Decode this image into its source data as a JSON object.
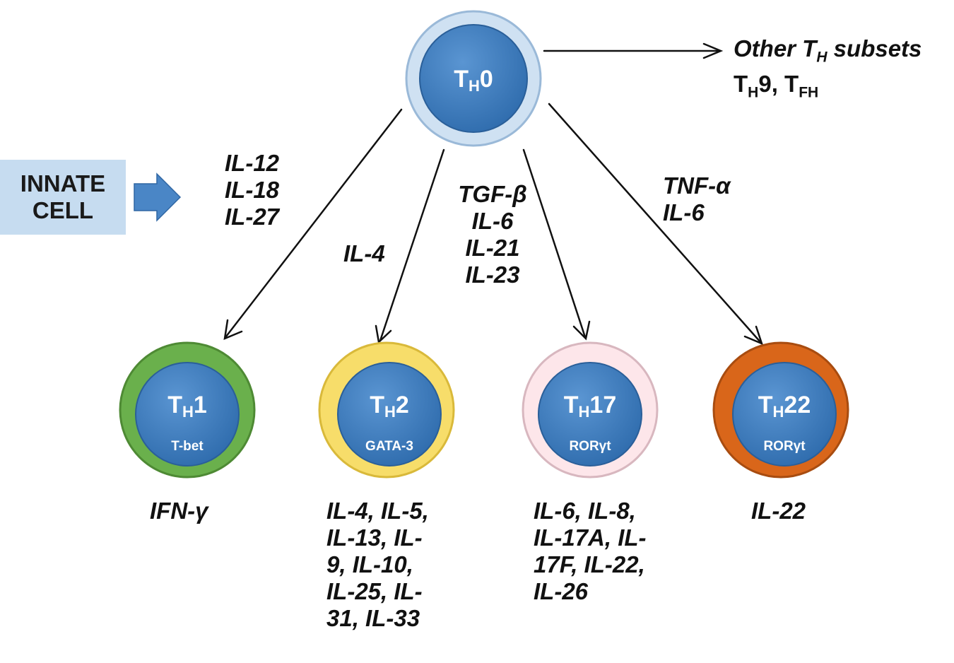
{
  "innate": {
    "line1": "INNATE",
    "line2": "CELL"
  },
  "th0": {
    "base": "T",
    "sub": "H",
    "suffix": "0"
  },
  "other": {
    "title_pre": "Other T",
    "title_sub": "H",
    "title_post": " subsets",
    "t1_sub": "H",
    "t1_rest": "9, T",
    "t2_sub": "FH"
  },
  "inducers": {
    "th1": [
      "IL-12",
      "IL-18",
      "IL-27"
    ],
    "th2": "IL-4",
    "th17": [
      "TGF-β",
      "IL-6",
      "IL-21",
      "IL-23"
    ],
    "th22": [
      "TNF-α",
      "IL-6"
    ]
  },
  "cells": [
    {
      "id": "th1",
      "sub": "H",
      "suffix": "1",
      "tf": "T-bet",
      "ring": "#6ab04c",
      "ring_stroke": "#4e8a34"
    },
    {
      "id": "th2",
      "sub": "H",
      "suffix": "2",
      "tf": "GATA-3",
      "ring": "#f7dd6a",
      "ring_stroke": "#d9b93a"
    },
    {
      "id": "th17",
      "sub": "H",
      "suffix": "17",
      "tf": "RORγt",
      "ring": "#fde6ea",
      "ring_stroke": "#d8b7bf"
    },
    {
      "id": "th22",
      "sub": "H",
      "suffix": "22",
      "tf": "RORγt",
      "ring": "#d9661a",
      "ring_stroke": "#a84c10"
    }
  ],
  "outputs": {
    "th1": "IFN-γ",
    "th2": "IL-4, IL-5,\nIL-13, IL-\n9, IL-10,\nIL-25, IL-\n31, IL-33",
    "th17": "IL-6, IL-8,\nIL-17A, IL-\n17F, IL-22,\nIL-26",
    "th22": "IL-22"
  },
  "colors": {
    "core": "#3d7bbf",
    "core_stroke": "#2a5f99",
    "th0_ring": "#cfe1f2",
    "innate_box": "#c6dcf0",
    "innate_arrow": "#4a86c6"
  }
}
